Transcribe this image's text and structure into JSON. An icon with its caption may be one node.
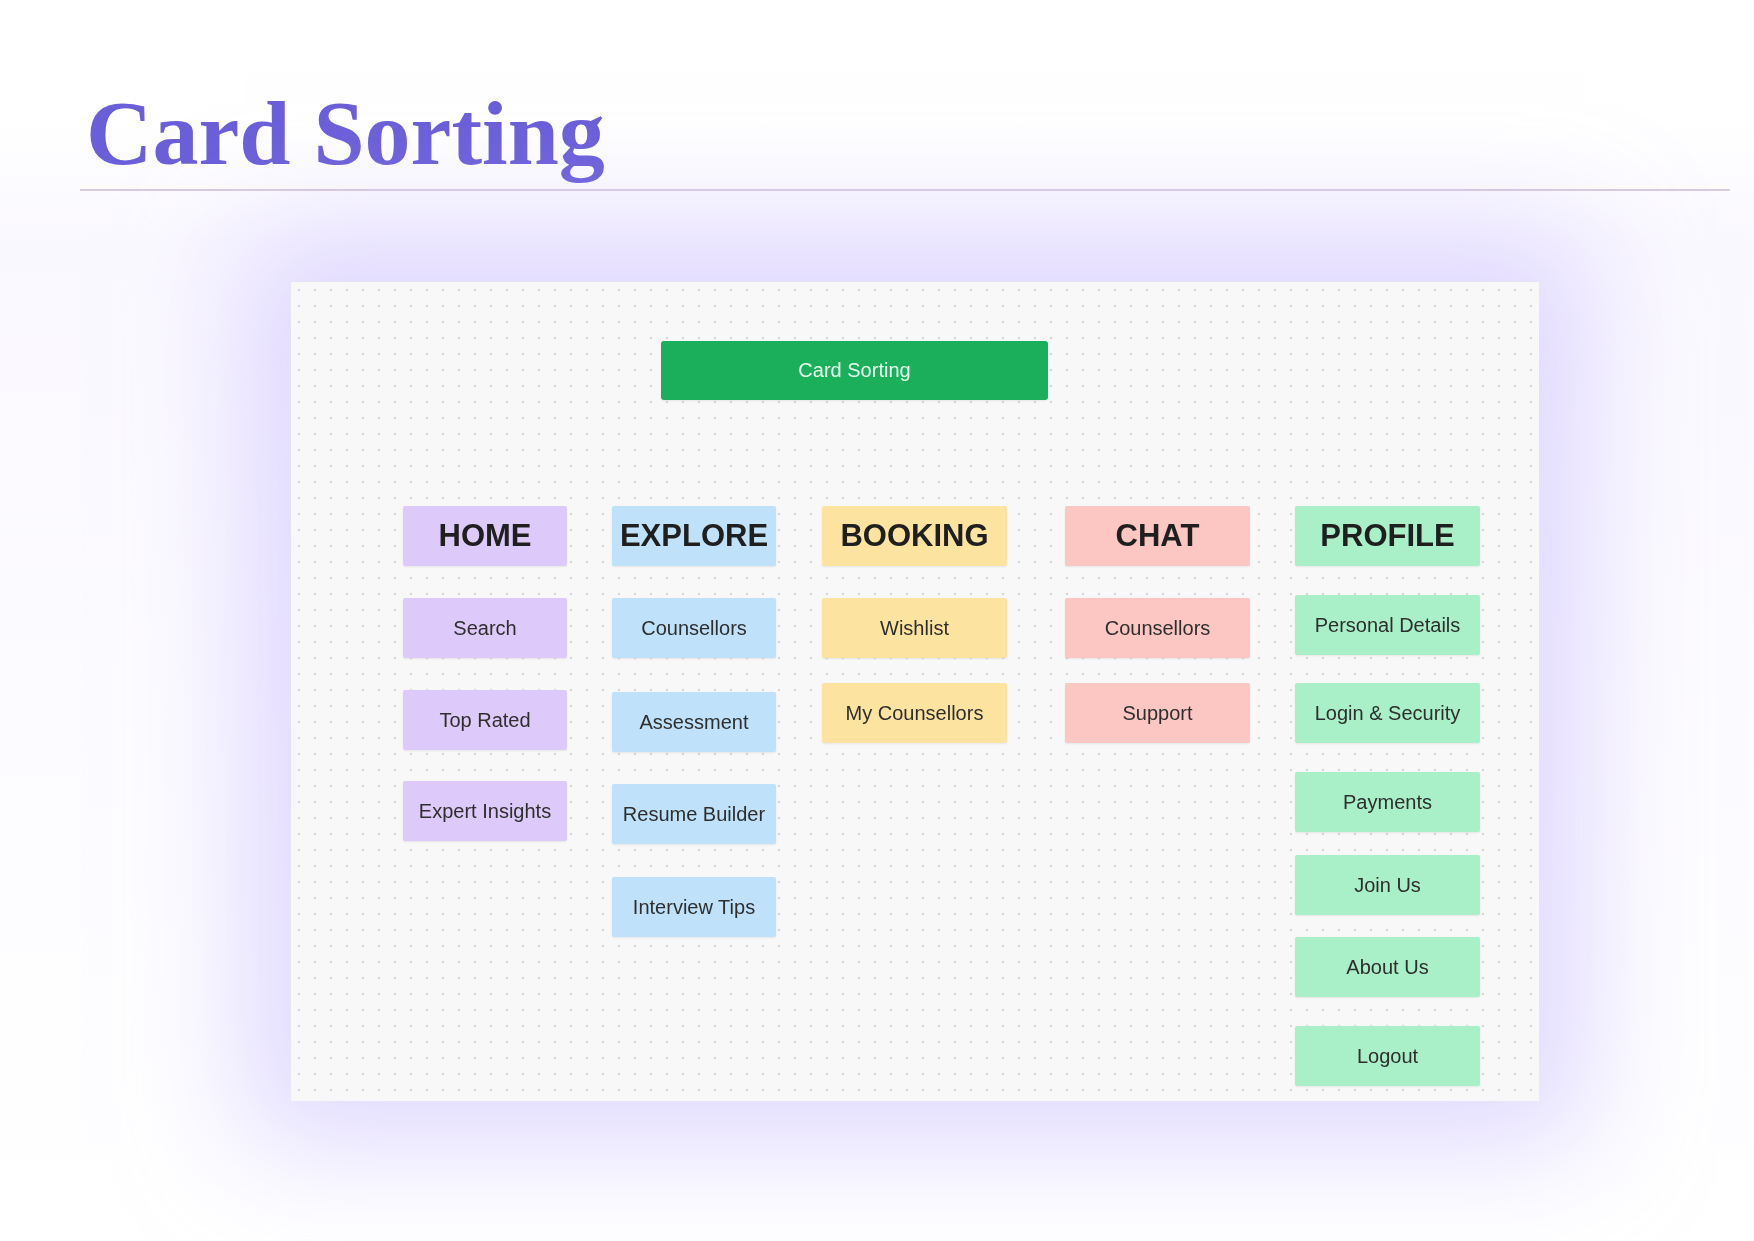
{
  "diagram": {
    "title": "Card Sorting",
    "nodes": [
      {
        "text": [
          "Card Sorting"
        ]
      },
      {
        "text": [
          "HOME"
        ]
      },
      {
        "text": [
          "Search"
        ]
      },
      {
        "text": [
          "Top Rated"
        ]
      },
      {
        "text": [
          "Expert Insights"
        ]
      },
      {
        "text": [
          "EXPLORE"
        ]
      },
      {
        "text": [
          "Counsellors"
        ]
      },
      {
        "text": [
          "Assessment"
        ]
      },
      {
        "text": [
          "Resume Builder"
        ]
      },
      {
        "text": [
          "Interview Tips"
        ]
      },
      {
        "text": [
          "BOOKING"
        ]
      },
      {
        "text": [
          "Wishlist"
        ]
      },
      {
        "text": [
          "My Counsellors"
        ]
      },
      {
        "text": [
          "CHAT"
        ]
      },
      {
        "text": [
          "Counsellors"
        ]
      },
      {
        "text": [
          "Support"
        ]
      },
      {
        "text": [
          "PROFILE"
        ]
      },
      {
        "text": [
          "Personal Details"
        ]
      },
      {
        "text": [
          "Login & Security"
        ]
      },
      {
        "text": [
          "Payments"
        ]
      },
      {
        "text": [
          "Join Us"
        ]
      },
      {
        "text": [
          "About Us"
        ]
      },
      {
        "text": [
          "Logout"
        ]
      }
    ]
  }
}
